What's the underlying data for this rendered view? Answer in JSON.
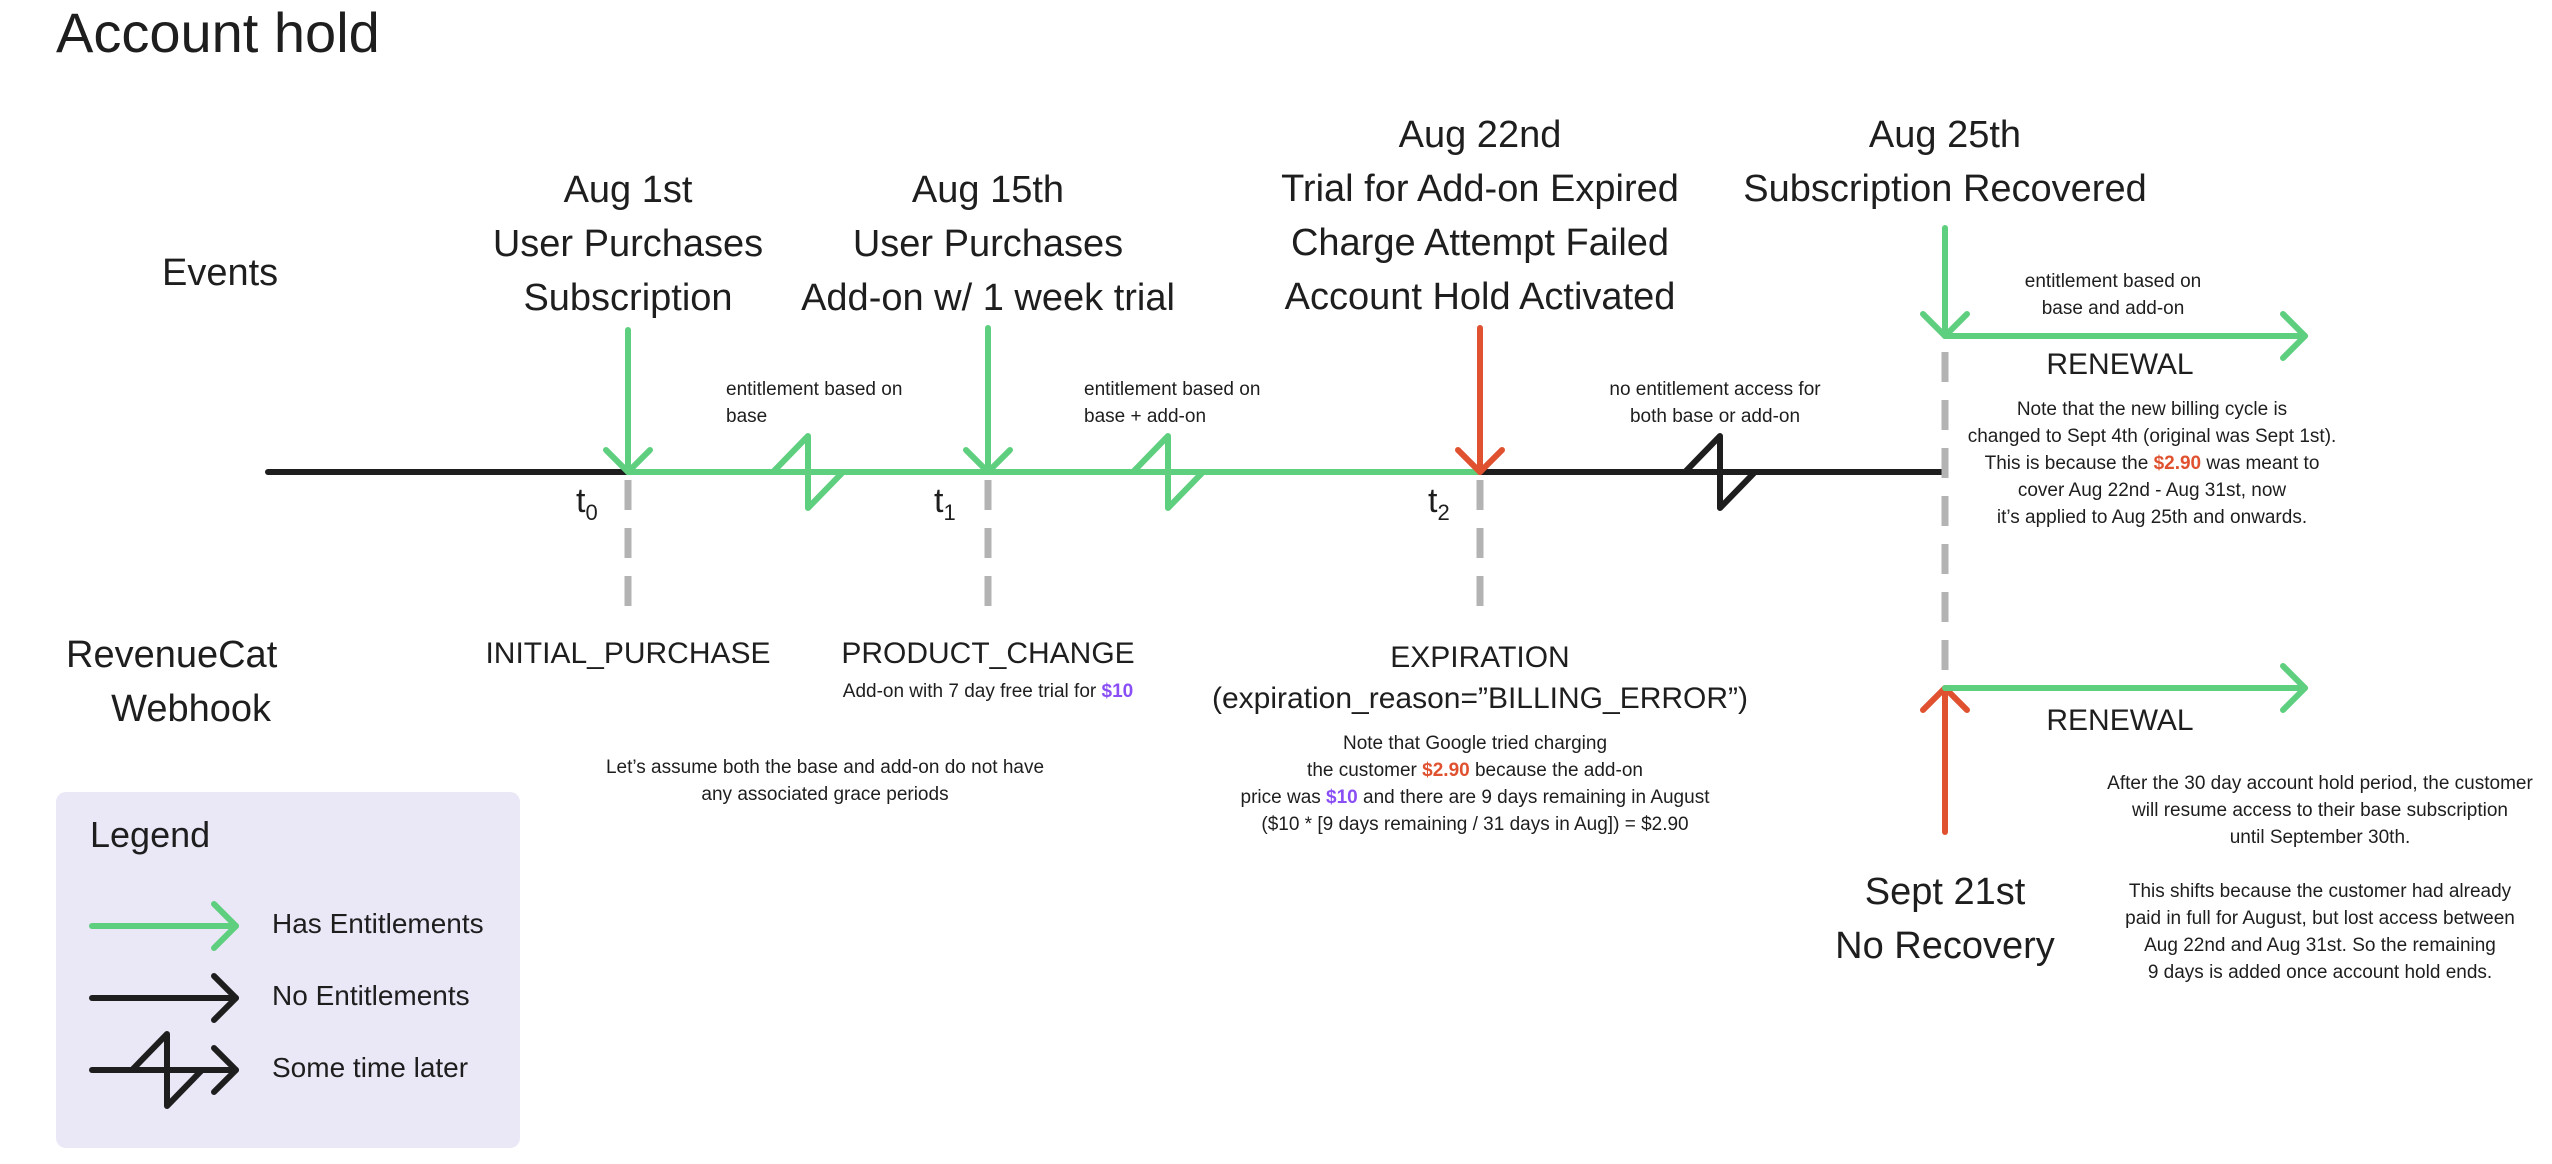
{
  "title": "Account hold",
  "rows": {
    "events": "Events",
    "webhook_line1": "RevenueCat",
    "webhook_line2": "Webhook"
  },
  "events": {
    "aug1": [
      "Aug 1st",
      "User Purchases",
      "Subscription"
    ],
    "aug15": [
      "Aug 15th",
      "User Purchases",
      "Add-on w/ 1 week trial"
    ],
    "aug22": [
      "Aug 22nd",
      "Trial for Add-on Expired",
      "Charge Attempt Failed",
      "Account Hold Activated"
    ],
    "aug25": [
      "Aug 25th",
      "Subscription Recovered"
    ],
    "sept21": [
      "Sept 21st",
      "No Recovery"
    ]
  },
  "ticks": {
    "t0": "t",
    "t0_sub": "0",
    "t1": "t",
    "t1_sub": "1",
    "t2": "t",
    "t2_sub": "2"
  },
  "segments": {
    "base": [
      "entitlement based on",
      "base"
    ],
    "base_addon": [
      "entitlement based on",
      "base + add-on"
    ],
    "no_access": [
      "no entitlement access for",
      "both base or add-on"
    ],
    "recovered": [
      "entitlement based on",
      "base and add-on"
    ]
  },
  "webhooks": {
    "initial": "INITIAL_PURCHASE",
    "product_change": "PRODUCT_CHANGE",
    "product_change_note_pre": "Add-on with 7 day free trial for ",
    "product_change_note_price": "$10",
    "expiration_line1": "EXPIRATION",
    "expiration_line2": "(expiration_reason=”BILLING_ERROR”)",
    "renewal_top": "RENEWAL",
    "renewal_bottom": "RENEWAL"
  },
  "notes": {
    "grace": [
      "Let’s assume both the base and add-on do not have",
      "any associated grace periods"
    ],
    "google_l1": "Note that Google tried charging",
    "google_l2_pre": "the customer ",
    "google_l2_amount": "$2.90",
    "google_l2_post": " because the add-on",
    "google_l3_pre": "price was ",
    "google_l3_price": "$10",
    "google_l3_post": " and there are 9 days remaining in August",
    "google_l4": "($10 * [9 days remaining / 31 days in Aug]) = $2.90",
    "billing_l1": "Note that the new billing cycle is",
    "billing_l2": "changed to Sept 4th (original was Sept 1st).",
    "billing_l3_pre": "This is because the ",
    "billing_l3_amount": "$2.90",
    "billing_l3_post": " was meant to",
    "billing_l4": "cover Aug 22nd - Aug 31st, now",
    "billing_l5": "it’s applied to Aug 25th and onwards.",
    "hold_p1": [
      "After the 30 day account hold period, the customer",
      "will resume access to their base subscription",
      "until September 30th."
    ],
    "hold_p2": [
      "This shifts because the customer had already",
      "paid in full for August, but lost access between",
      "Aug 22nd and Aug 31st. So the remaining",
      "9 days is added once account hold ends."
    ]
  },
  "legend": {
    "title": "Legend",
    "has": "Has Entitlements",
    "none": "No Entitlements",
    "later": "Some time later"
  },
  "colors": {
    "green": "#5ecf7e",
    "black": "#1e1e1e",
    "red": "#e0512f",
    "gray": "#b3b3b3",
    "purple": "#8a4ef5",
    "legend_bg": "#eae7f7"
  }
}
